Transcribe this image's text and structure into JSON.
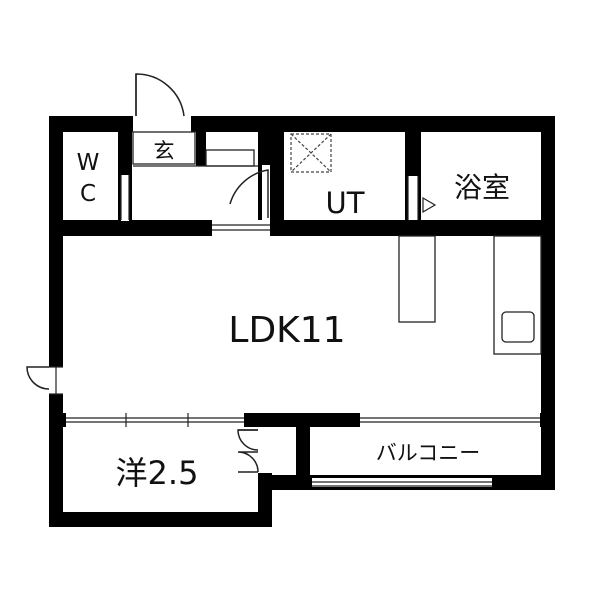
{
  "plan": {
    "rooms": {
      "wc_line1": "W",
      "wc_line2": "C",
      "entrance": "玄",
      "utility": "UT",
      "bath": "浴室",
      "ldk": "LDK11",
      "western": "洋2.5",
      "balcony": "バルコニー"
    },
    "colors": {
      "wall": "#000000",
      "background": "#ffffff",
      "line": "#222222",
      "fixture_dash": "#444444"
    }
  }
}
